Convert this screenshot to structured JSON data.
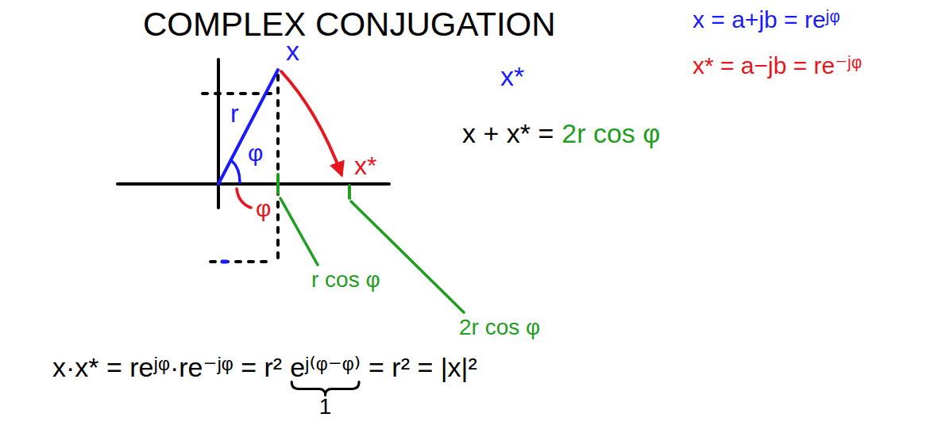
{
  "diagram": {
    "title": "COMPLEX CONJUGATION",
    "labels": [
      "x",
      "r",
      "φ",
      "φ",
      "x*",
      "r cos φ",
      "2r cos φ",
      "x*",
      "x + x* =",
      "2r cos φ",
      "x = a+jb = reʲᵠ",
      "x* = a−jb = re⁻ʲᵠ",
      "x·x* = reʲᵠ·re⁻ʲᵠ = r²",
      "eʲ⁽ᵠ⁻ᵠ⁾",
      "= r² = |x|²",
      "1"
    ]
  }
}
